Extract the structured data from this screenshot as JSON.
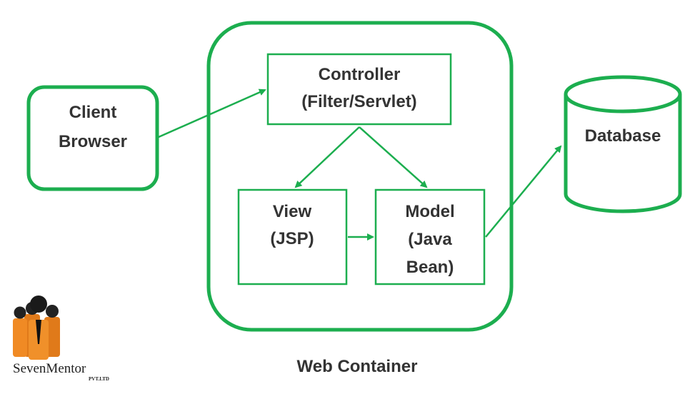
{
  "colors": {
    "accent": "#1cae4f",
    "text": "#333333"
  },
  "diagram": {
    "client_browser": [
      "Client",
      "Browser"
    ],
    "controller": [
      "Controller",
      "(Filter/Servlet)"
    ],
    "view": [
      "View",
      "(JSP)"
    ],
    "model": [
      "Model",
      "(Java",
      "Bean)"
    ],
    "database": "Database",
    "container_caption": "Web Container"
  },
  "logo": {
    "name": "SevenMentor",
    "suffix": "PVT.LTD"
  }
}
